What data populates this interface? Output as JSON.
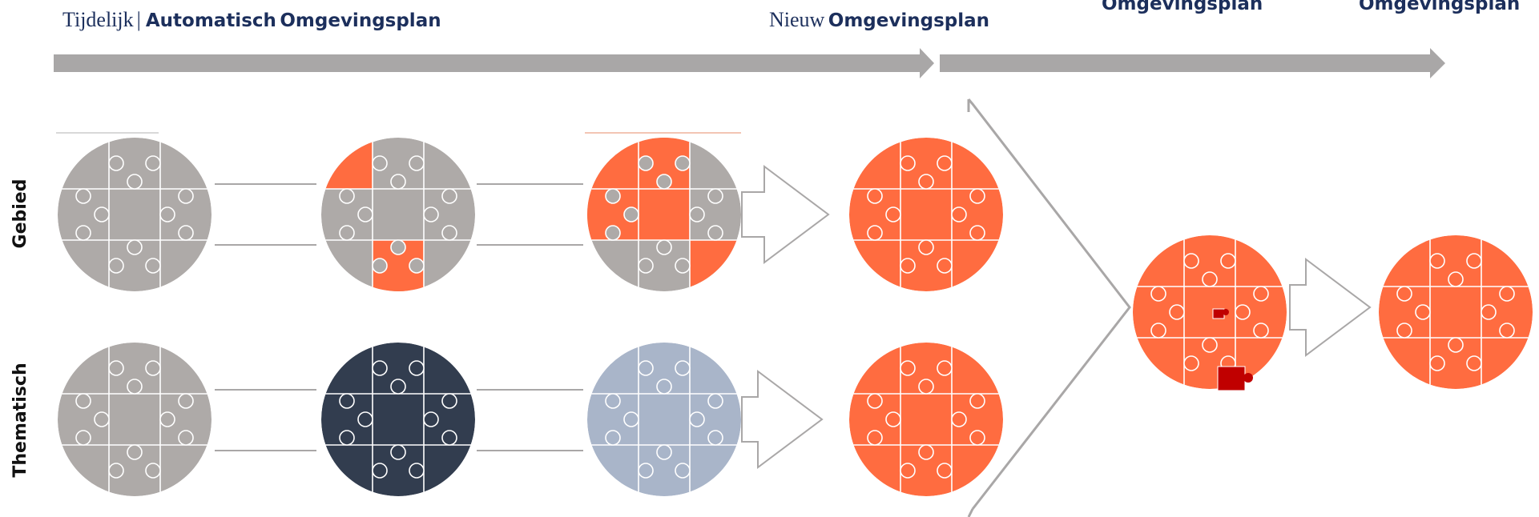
{
  "phases": [
    {
      "light": "Tijdelijk",
      "separator": "|",
      "bold_prefix": "Automatisch",
      "bold": "Omgevingsplan"
    },
    {
      "light": "Nieuw",
      "bold": "Omgevingsplan"
    },
    {
      "bold": "Omgevingsplan"
    },
    {
      "bold": "Omgevingsplan"
    }
  ],
  "rows": {
    "area": "Gebied",
    "thematic": "Thematisch"
  },
  "colors": {
    "timeline": "#a9a7a7",
    "piece_grey": "#aeaaa8",
    "piece_orange": "#ff6c40",
    "piece_navy": "#323d4f",
    "piece_lightblue": "#a9b5c9",
    "piece_darkred": "#c00000",
    "arrow_outline": "#a9a7a7",
    "heading_text": "#1c2f5c"
  },
  "puzzles": [
    {
      "name": "puzzle-area-1",
      "base": "grey",
      "orange_cells": []
    },
    {
      "name": "puzzle-area-2",
      "base": "grey",
      "orange_cells": [
        "top-left",
        "bottom-center"
      ]
    },
    {
      "name": "puzzle-area-3",
      "base": "grey",
      "orange_cells": [
        "top-center",
        "center",
        "middle-left",
        "bottom-right",
        "top-left"
      ]
    },
    {
      "name": "puzzle-area-4",
      "base": "orange",
      "orange_cells": []
    },
    {
      "name": "puzzle-theme-1",
      "base": "grey",
      "orange_cells": []
    },
    {
      "name": "puzzle-theme-2",
      "base": "navy",
      "orange_cells": []
    },
    {
      "name": "puzzle-theme-3",
      "base": "lightblue",
      "orange_cells": []
    },
    {
      "name": "puzzle-theme-4",
      "base": "orange",
      "orange_cells": []
    },
    {
      "name": "puzzle-merged",
      "base": "orange",
      "accent_pieces": 2
    },
    {
      "name": "puzzle-final",
      "base": "orange",
      "orange_cells": []
    }
  ]
}
